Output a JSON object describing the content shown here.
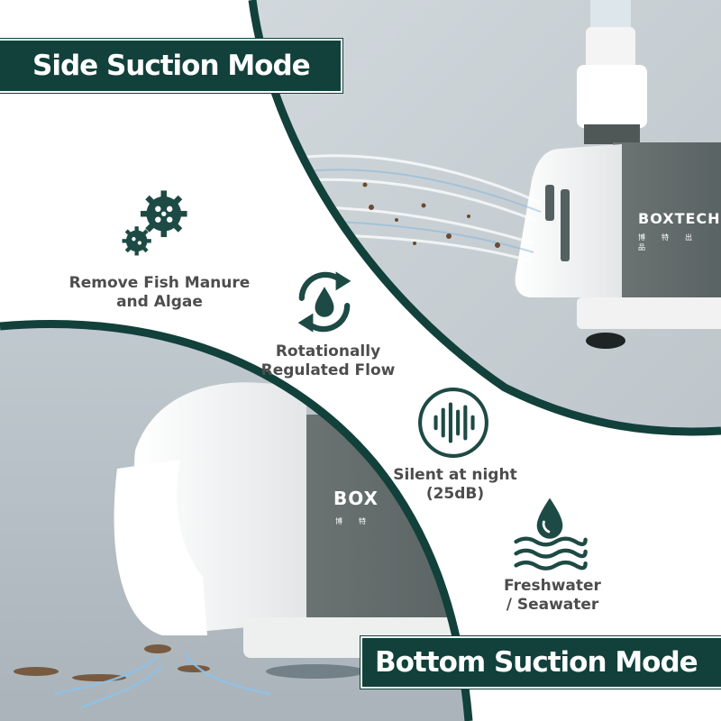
{
  "banners": {
    "side": "Side Suction Mode",
    "bottom": "Bottom Suction Mode"
  },
  "features": [
    {
      "icon": "gears-icon",
      "line1": "Remove Fish Manure",
      "line2": "and Algae"
    },
    {
      "icon": "rotate-drop-icon",
      "line1": "Rotationally",
      "line2": "Regulated Flow"
    },
    {
      "icon": "sound-wave-icon",
      "line1": "Silent at night",
      "line2": "(25dB)"
    },
    {
      "icon": "water-drop-waves-icon",
      "line1": "Freshwater",
      "line2": "/ Seawater"
    }
  ],
  "product": {
    "brand_top": "BOXTECH",
    "brand_bottom": "BOX",
    "brand_sub": "博特出品",
    "brand_sub_bottom": "博特"
  },
  "colors": {
    "accent": "#12403a",
    "text": "#4d4d4d",
    "icon": "#1d4a44"
  }
}
